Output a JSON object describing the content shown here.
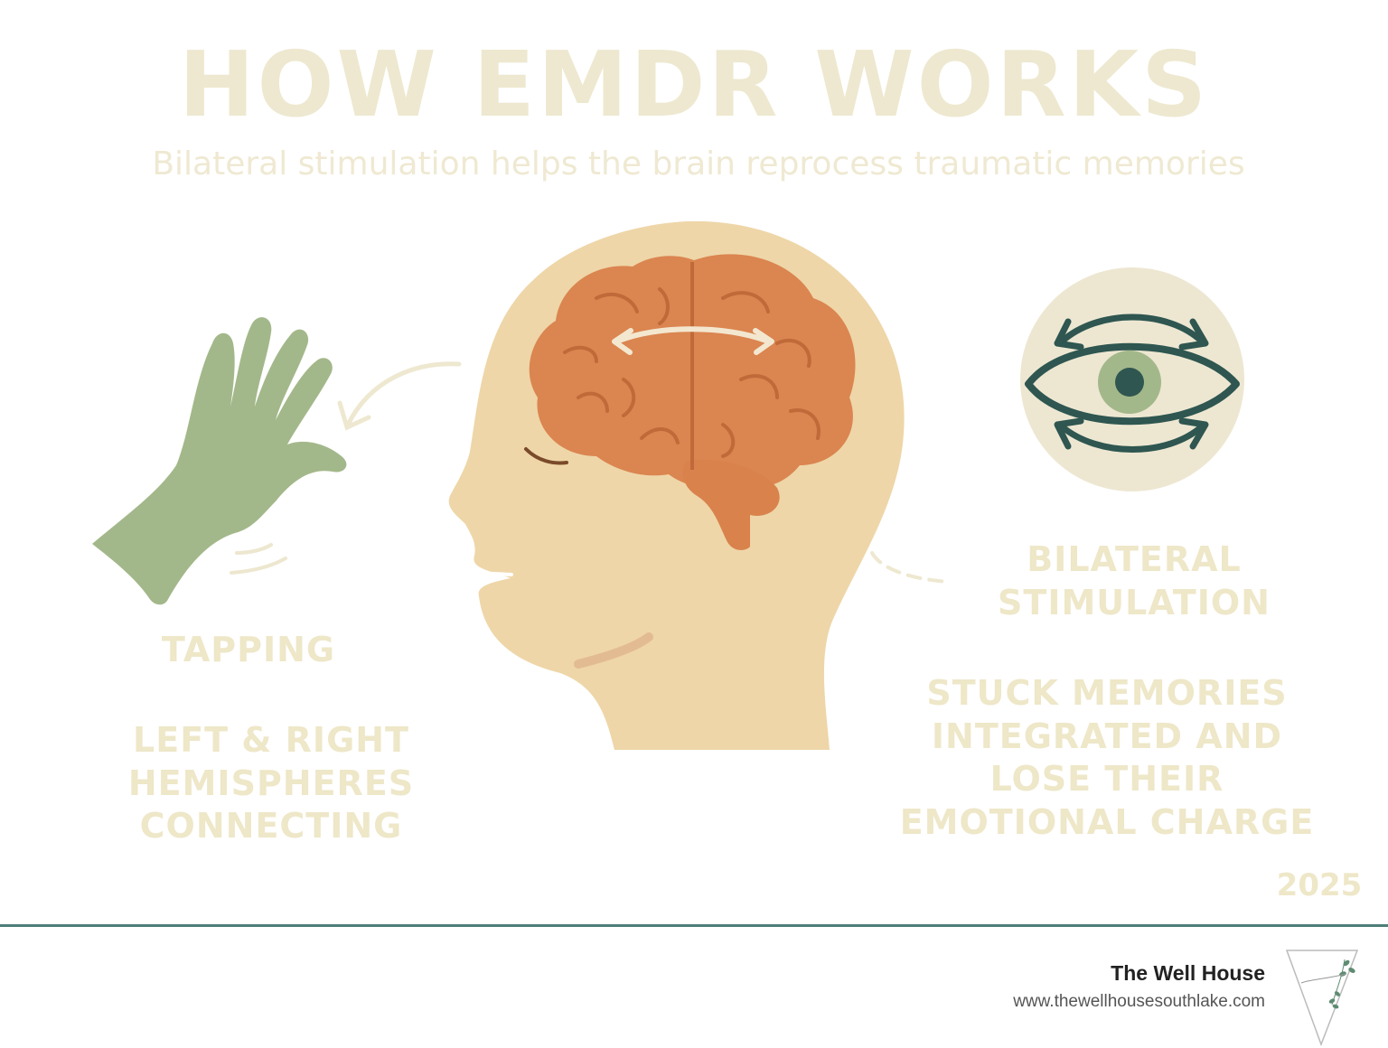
{
  "title": "HOW EMDR WORKS",
  "subtitle": "Bilateral stimulation helps the brain reprocess traumatic memories",
  "labels": {
    "tapping": "TAPPING",
    "hemispheres": "LEFT & RIGHT\nHEMISPHERES\nCONNECTING",
    "bilateral": "BILATERAL\nSTIMULATION",
    "stuck": "STUCK MEMORIES\nINTEGRATED AND\nLOSE THEIR\nEMOTIONAL CHARGE"
  },
  "year": "2025",
  "footer": {
    "brand": "The Well House",
    "url": "www.thewellhousesouthlake.com"
  },
  "icons": {
    "hand": "hand-icon",
    "head": "head-profile-icon",
    "brain": "brain-icon",
    "eye": "eye-icon",
    "logo": "well-house-logo"
  },
  "colors": {
    "title": "#EDE8CF",
    "hand": "#A3B88A",
    "head": "#EED6A8",
    "brain": "#DB8550",
    "eye_circle": "#EDE7D2",
    "eye_dark": "#2F5650",
    "footer_line": "#4E7E79"
  }
}
